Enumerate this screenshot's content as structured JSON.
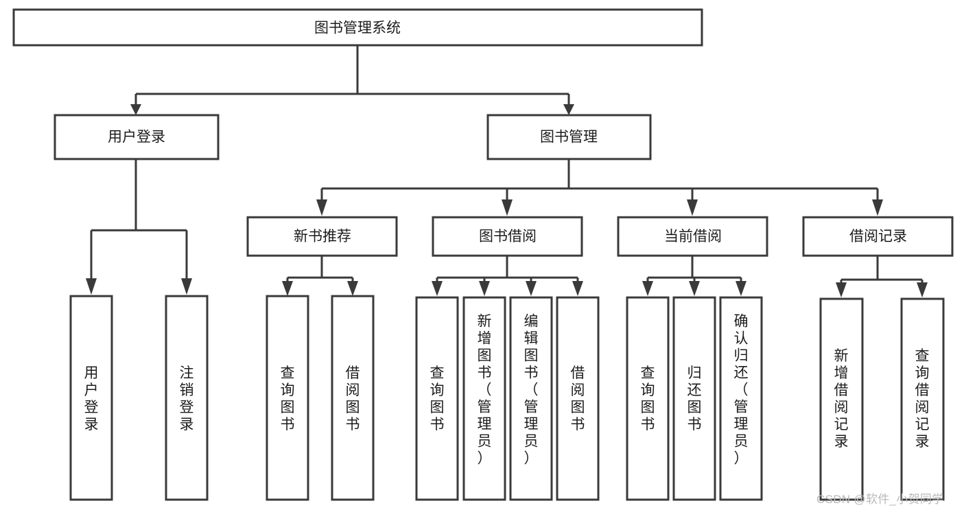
{
  "diagram": {
    "type": "tree",
    "title": "图书管理系统",
    "root": {
      "id": "root",
      "label": "图书管理系统"
    },
    "level2": [
      {
        "id": "user-login",
        "label": "用户登录"
      },
      {
        "id": "book-manage",
        "label": "图书管理"
      }
    ],
    "level3": [
      {
        "id": "new-book-rec",
        "label": "新书推荐"
      },
      {
        "id": "book-borrow",
        "label": "图书借阅"
      },
      {
        "id": "current-borrow",
        "label": "当前借阅"
      },
      {
        "id": "borrow-record",
        "label": "借阅记录"
      }
    ],
    "leaves": [
      {
        "id": "leaf-user-login",
        "label": "用户登录",
        "parent": "user-login"
      },
      {
        "id": "leaf-logout",
        "label": "注销登录",
        "parent": "user-login"
      },
      {
        "id": "leaf-query-book-1",
        "label": "查询图书",
        "parent": "new-book-rec"
      },
      {
        "id": "leaf-borrow-book-1",
        "label": "借阅图书",
        "parent": "new-book-rec"
      },
      {
        "id": "leaf-query-book-2",
        "label": "查询图书",
        "parent": "book-borrow"
      },
      {
        "id": "leaf-add-book",
        "label": "新增图书（管理员）",
        "parent": "book-borrow"
      },
      {
        "id": "leaf-edit-book",
        "label": "编辑图书（管理员）",
        "parent": "book-borrow"
      },
      {
        "id": "leaf-borrow-book-2",
        "label": "借阅图书",
        "parent": "book-borrow"
      },
      {
        "id": "leaf-query-book-3",
        "label": "查询图书",
        "parent": "current-borrow"
      },
      {
        "id": "leaf-return-book",
        "label": "归还图书",
        "parent": "current-borrow"
      },
      {
        "id": "leaf-confirm-return",
        "label": "确认归还（管理员）",
        "parent": "current-borrow"
      },
      {
        "id": "leaf-add-record",
        "label": "新增借阅记录",
        "parent": "borrow-record"
      },
      {
        "id": "leaf-query-record",
        "label": "查询借阅记录",
        "parent": "borrow-record"
      }
    ],
    "colors": {
      "box_fill": "#ffffff",
      "box_stroke": "#3a3a3a",
      "text": "#1c1c1c",
      "background": "#ffffff",
      "watermark": "#b9b9b9"
    }
  },
  "watermark": {
    "text": "CSDN @软件_小贺同学"
  }
}
